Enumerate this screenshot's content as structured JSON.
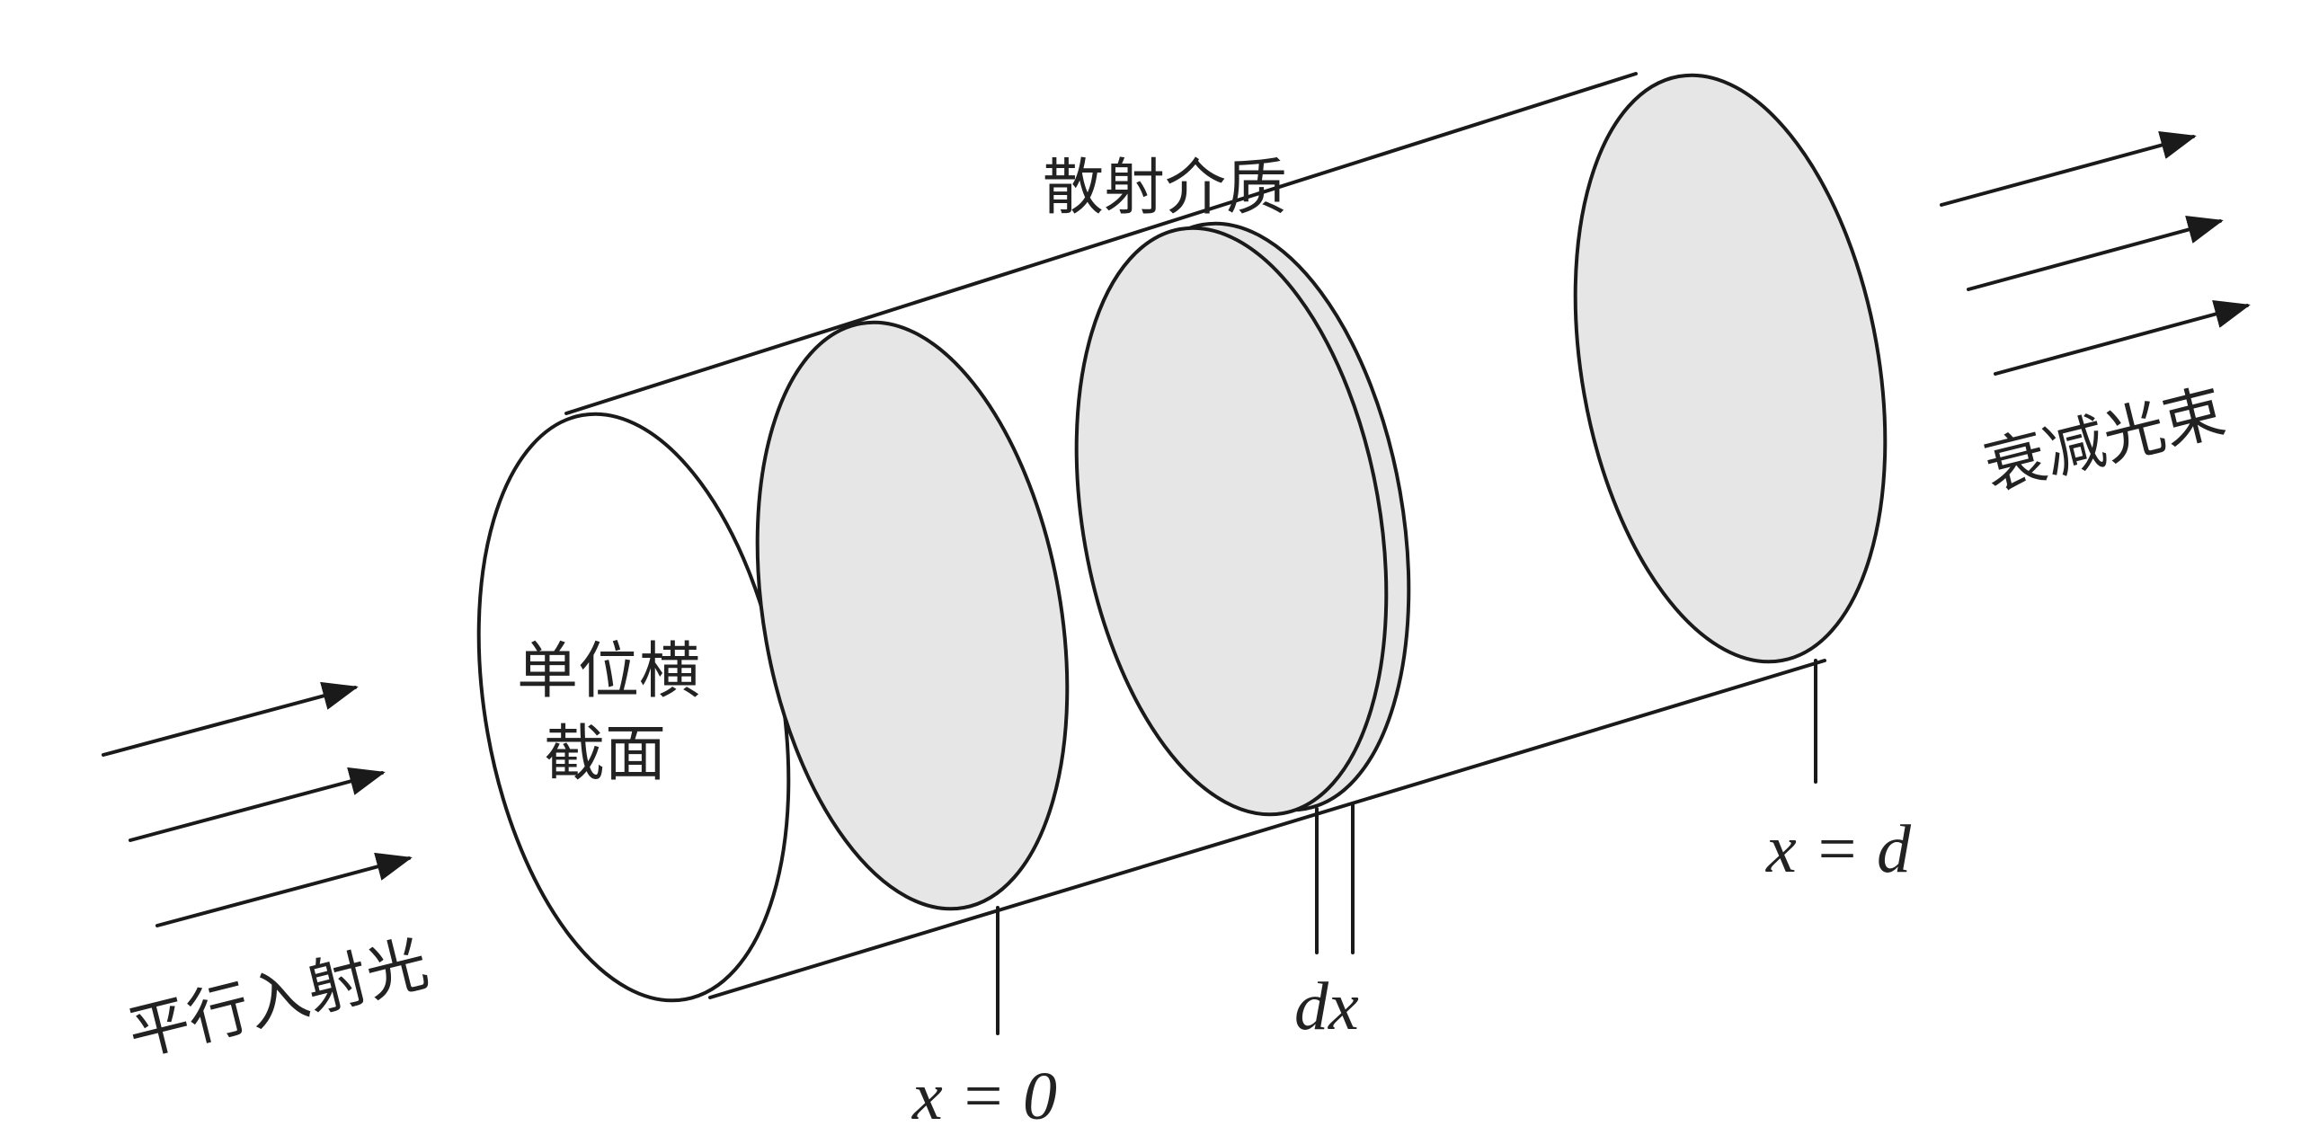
{
  "labels": {
    "medium": "散射介质",
    "cross_section_line1": "单位横",
    "cross_section_line2": "截面",
    "incident_light": "平行入射光",
    "attenuated_beam": "衰减光束",
    "x0": "x = 0",
    "dx": "dx",
    "xd": "x = d"
  },
  "colors": {
    "line": "#1a1a1a",
    "disk_fill": "#e6e6e6",
    "background": "#ffffff"
  }
}
